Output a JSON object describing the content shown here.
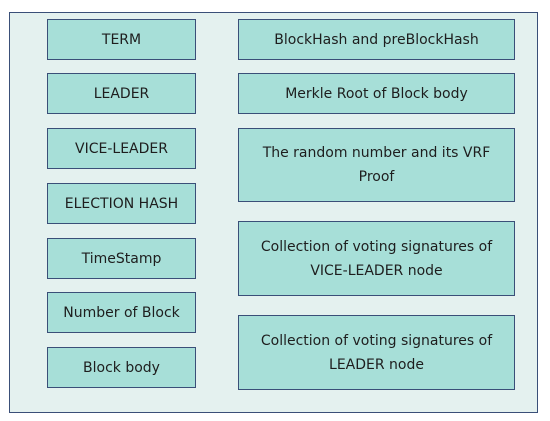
{
  "left_fields": [
    "TERM",
    "LEADER",
    "VICE-LEADER",
    "ELECTION HASH",
    "TimeStamp",
    "Number of Block",
    "Block body"
  ],
  "right_fields": [
    "BlockHash and preBlockHash",
    "Merkle Root of Block body",
    "The random number and its VRF Proof",
    "Collection of voting signatures of VICE-LEADER node",
    "Collection of voting signatures of LEADER node"
  ],
  "colors": {
    "outer_fill": "#e4f1ef",
    "box_fill": "#a7dfd8",
    "border": "#3a4f78"
  }
}
